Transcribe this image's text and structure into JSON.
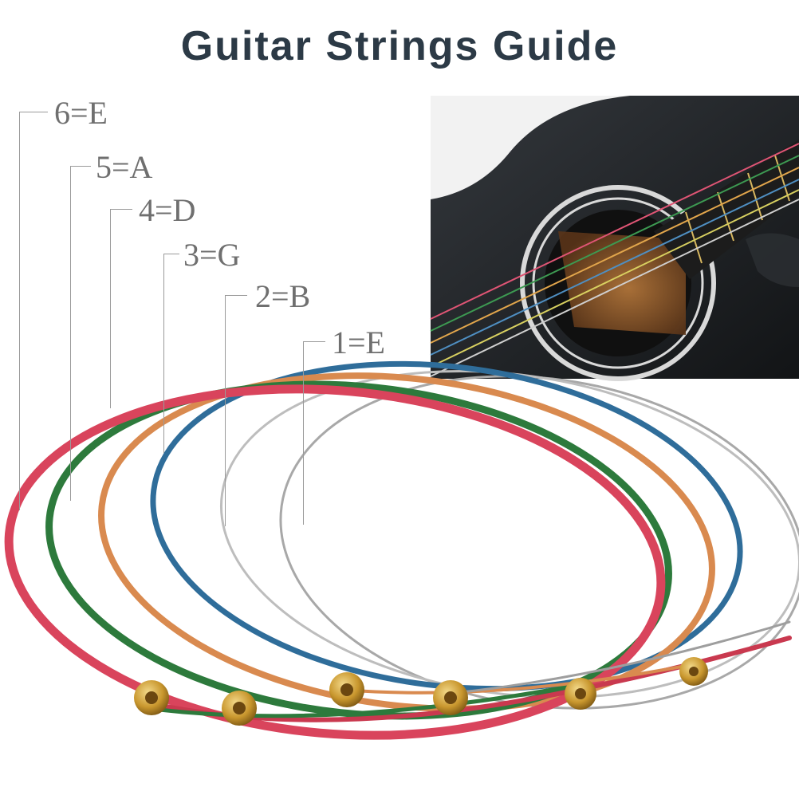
{
  "title": "Guitar Strings Guide",
  "strings": [
    {
      "label": "6=E",
      "color": "#d9445c"
    },
    {
      "label": "5=A",
      "color": "#2d7a3c"
    },
    {
      "label": "4=D",
      "color": "#d98a4f"
    },
    {
      "label": "3=G",
      "color": "#2f6d9a"
    },
    {
      "label": "2=B",
      "color": "#b8b8b8"
    },
    {
      "label": "1=E",
      "color": "#9e9e9e"
    }
  ],
  "photo": {
    "subject": "black acoustic guitar with colored strings"
  }
}
